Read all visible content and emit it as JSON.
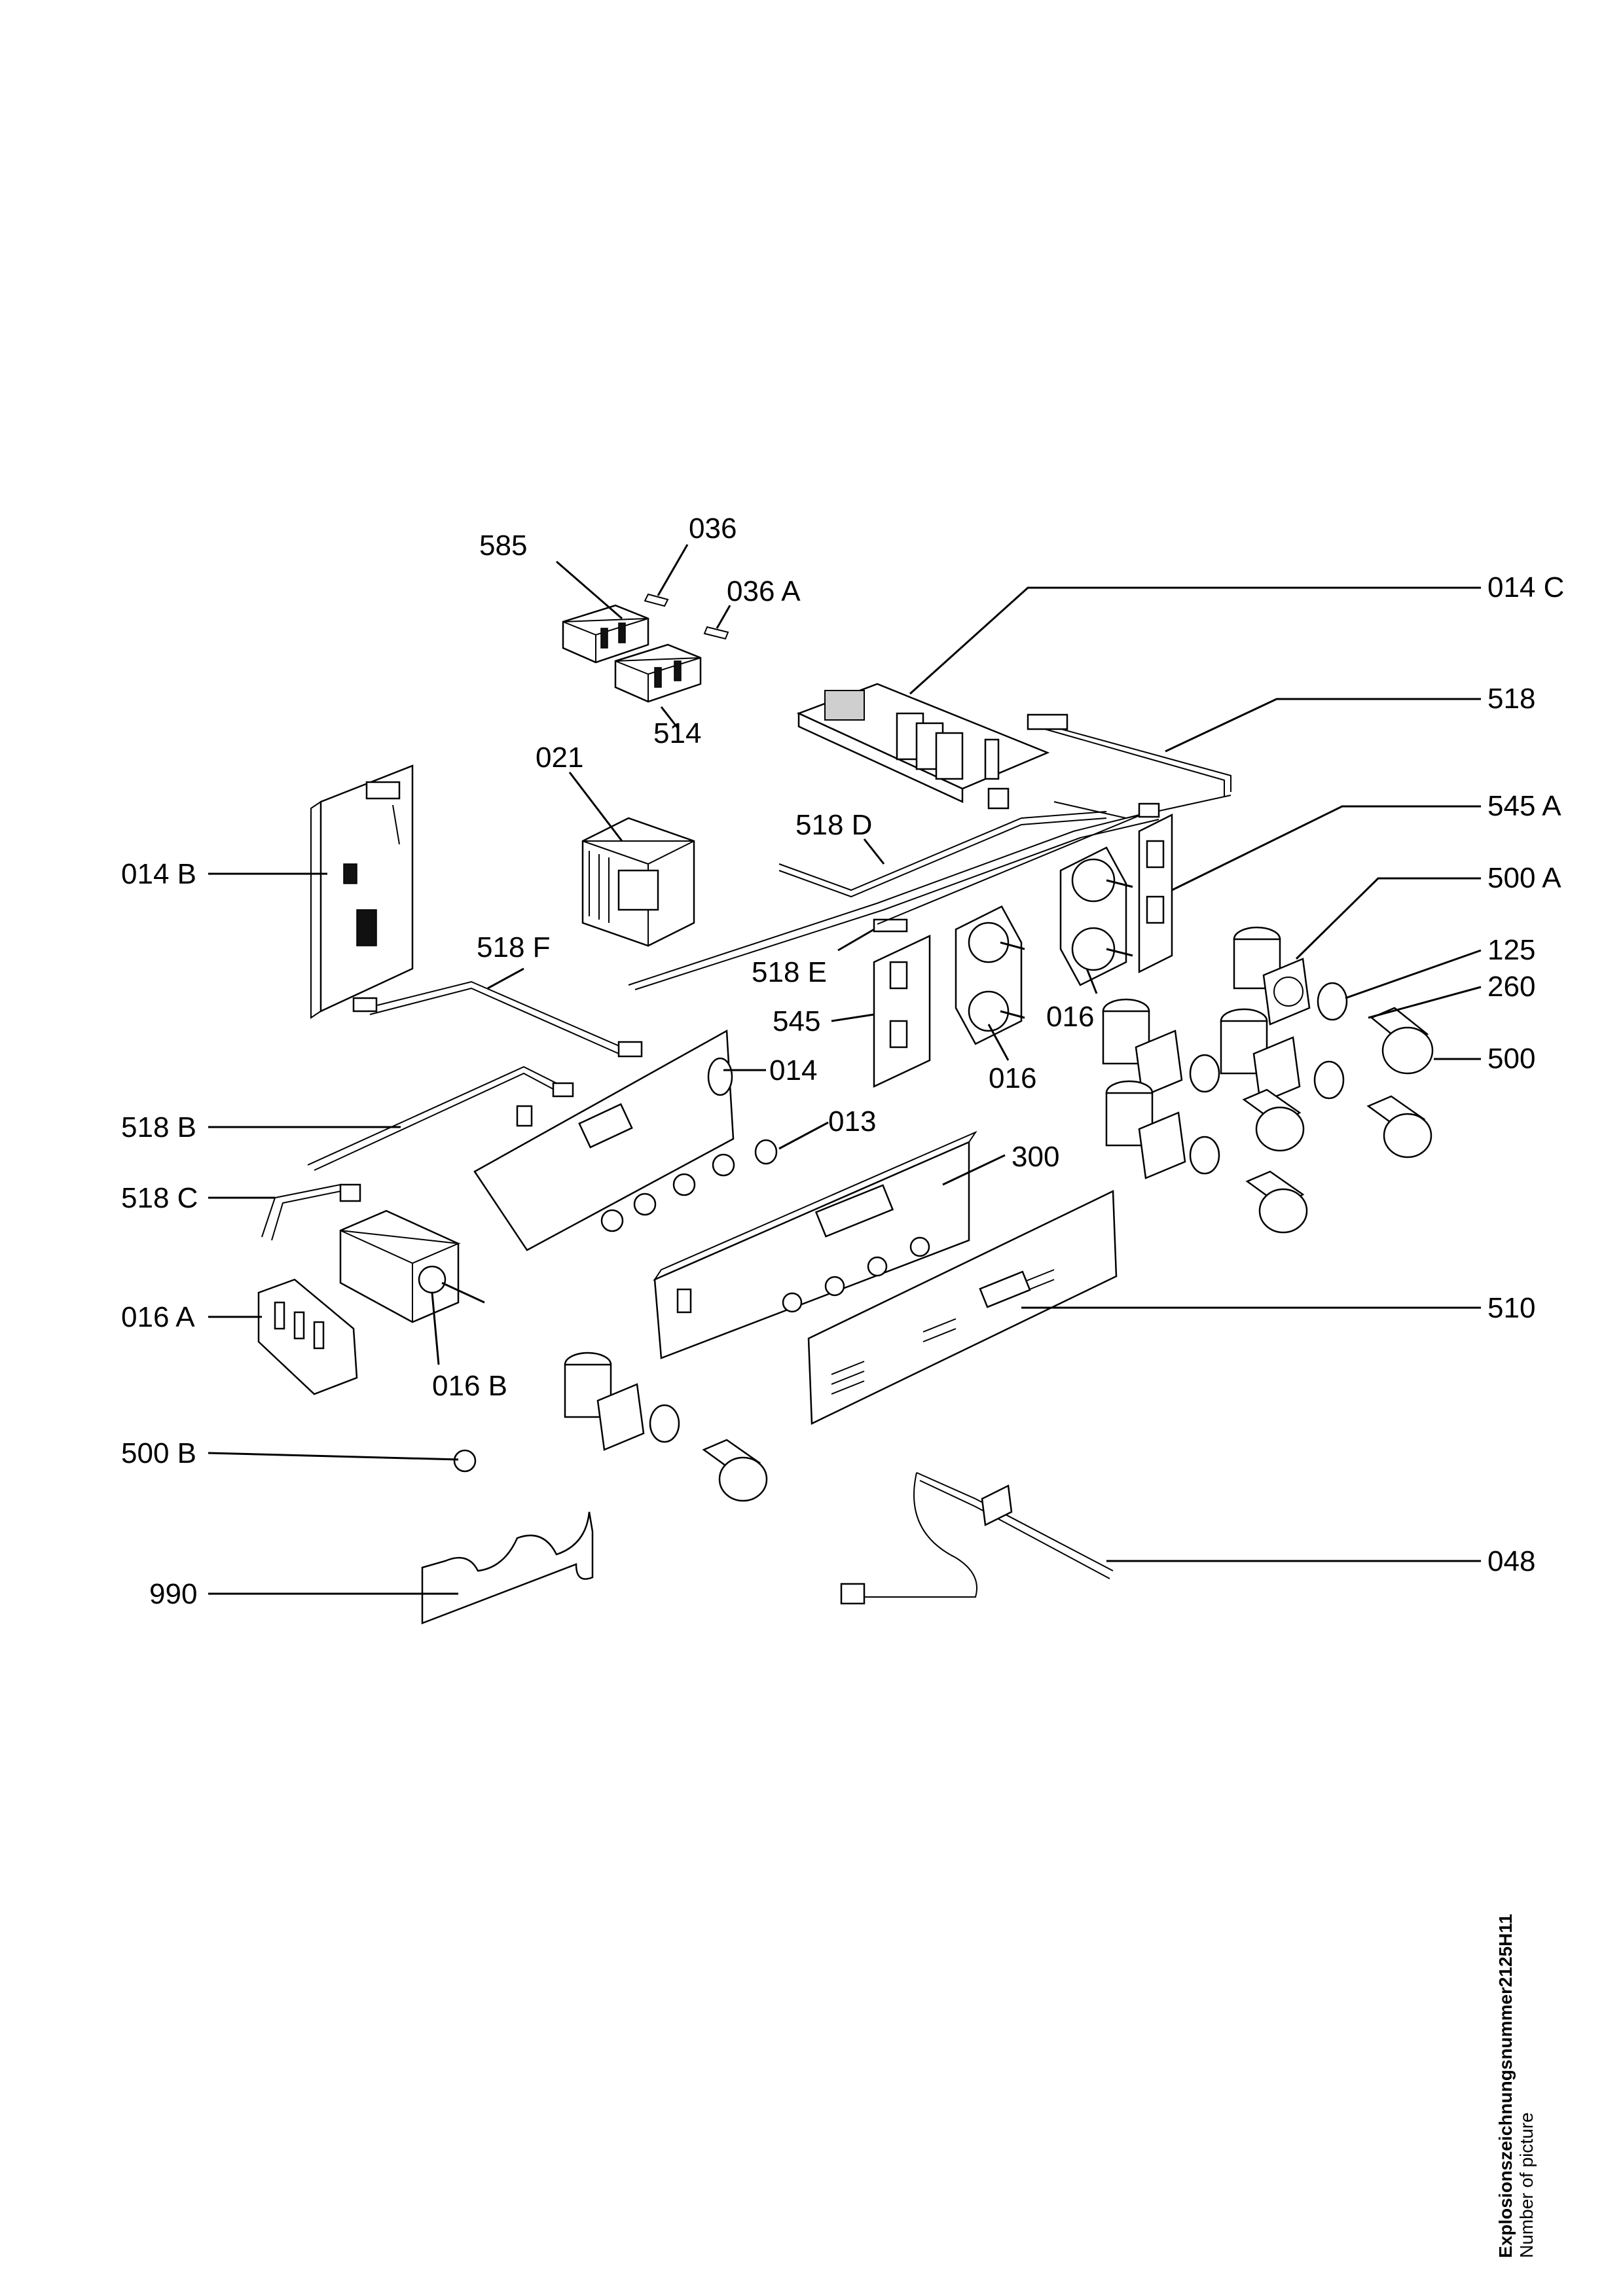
{
  "diagram": {
    "callouts": [
      {
        "id": "585",
        "text": "585"
      },
      {
        "id": "036",
        "text": "036"
      },
      {
        "id": "036A",
        "text": "036 A"
      },
      {
        "id": "014C",
        "text": "014 C"
      },
      {
        "id": "514",
        "text": "514"
      },
      {
        "id": "518",
        "text": "518"
      },
      {
        "id": "021",
        "text": "021"
      },
      {
        "id": "518D",
        "text": "518 D"
      },
      {
        "id": "545A",
        "text": "545 A"
      },
      {
        "id": "014B",
        "text": "014 B"
      },
      {
        "id": "500A",
        "text": "500 A"
      },
      {
        "id": "518F",
        "text": "518 F"
      },
      {
        "id": "125",
        "text": "125"
      },
      {
        "id": "518E",
        "text": "518 E"
      },
      {
        "id": "260",
        "text": "260"
      },
      {
        "id": "545",
        "text": "545"
      },
      {
        "id": "016top",
        "text": "016"
      },
      {
        "id": "014",
        "text": "014"
      },
      {
        "id": "500",
        "text": "500"
      },
      {
        "id": "016mid",
        "text": "016"
      },
      {
        "id": "518B",
        "text": "518 B"
      },
      {
        "id": "013",
        "text": "013"
      },
      {
        "id": "300",
        "text": "300"
      },
      {
        "id": "518C",
        "text": "518 C"
      },
      {
        "id": "016A",
        "text": "016 A"
      },
      {
        "id": "510",
        "text": "510"
      },
      {
        "id": "016B",
        "text": "016 B"
      },
      {
        "id": "500B",
        "text": "500 B"
      },
      {
        "id": "048",
        "text": "048"
      },
      {
        "id": "990",
        "text": "990"
      }
    ]
  },
  "caption": {
    "line1": "Explosionszeichnungsnummer2125H11",
    "line2": "Number of picture"
  }
}
